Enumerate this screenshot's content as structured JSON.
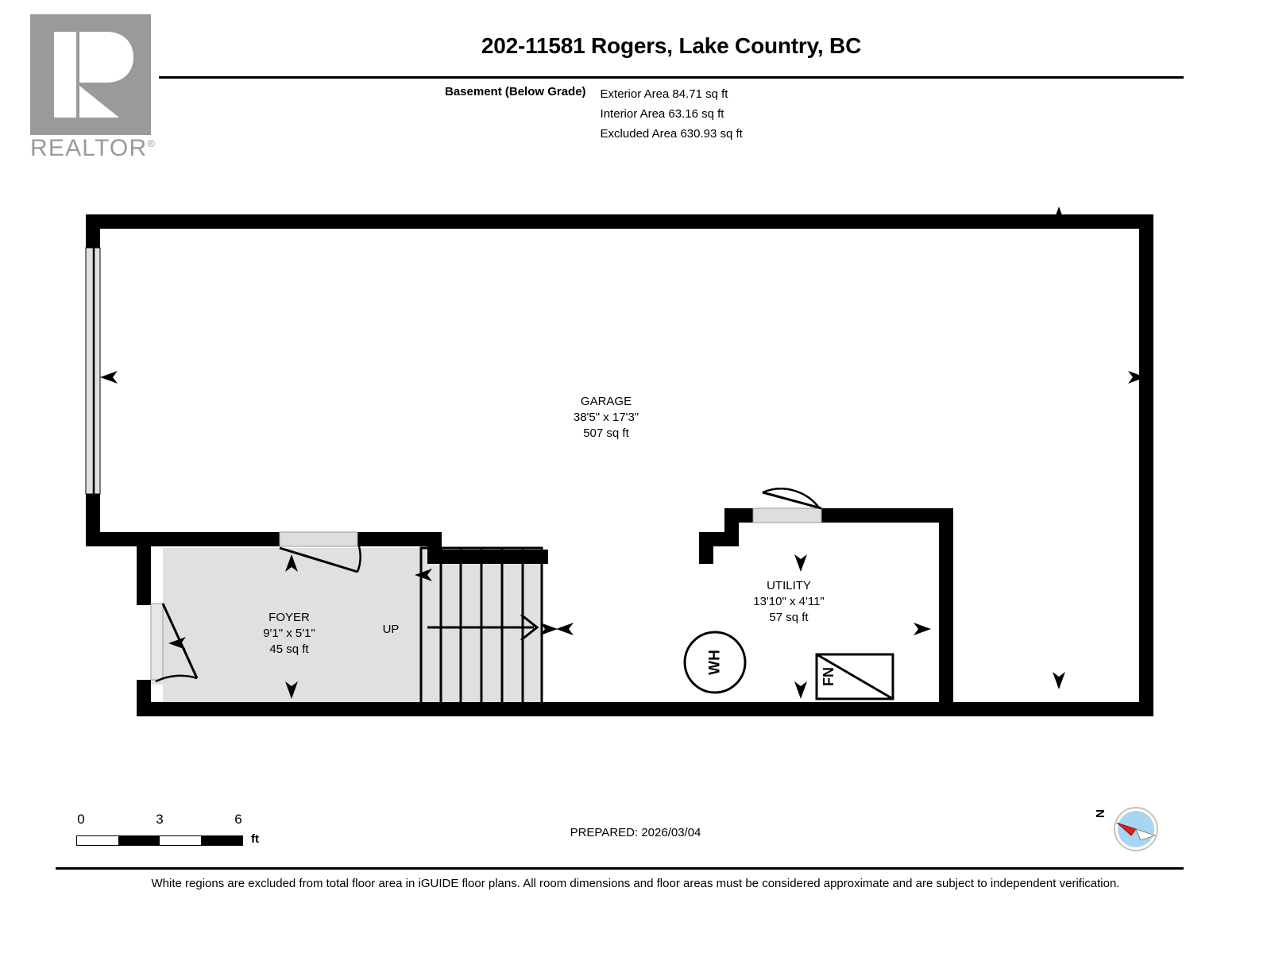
{
  "brand": {
    "logo_name": "realtor-logo",
    "wordmark": "REALTOR",
    "wordmark_superscript": "®",
    "logo_color": "#9a9a9a"
  },
  "header": {
    "title": "202-11581 Rogers, Lake Country, BC",
    "level_label": "Basement (Below Grade)",
    "areas": [
      "Exterior Area 84.71 sq ft",
      "Interior Area 63.16 sq ft",
      "Excluded Area 630.93 sq ft"
    ]
  },
  "plan": {
    "rooms": [
      {
        "id": "garage",
        "name": "GARAGE",
        "dimensions": "38'5\" x 17'3\"",
        "area": "507 sq ft",
        "fill": "#ffffff",
        "excluded": true
      },
      {
        "id": "foyer",
        "name": "FOYER",
        "dimensions": "9'1\" x 5'1\"",
        "area": "45 sq ft",
        "fill": "#e0e0e0",
        "excluded": false
      },
      {
        "id": "utility",
        "name": "UTILITY",
        "dimensions": "13'10\" x 4'11\"",
        "area": "57 sq ft",
        "fill": "#ffffff",
        "excluded": true
      }
    ],
    "stairs": {
      "direction_label": "UP",
      "tread_count": 6
    },
    "fixtures": [
      {
        "id": "water-heater",
        "label": "WH",
        "shape": "circle"
      },
      {
        "id": "furnace",
        "label": "FN",
        "shape": "rectangle"
      }
    ],
    "wall_color": "#000000",
    "door_color": "#000000"
  },
  "footer": {
    "scale": {
      "ticks": [
        "0",
        "3",
        "6"
      ],
      "unit": "ft"
    },
    "prepared": "PREPARED: 2026/03/04",
    "compass_label": "N",
    "compass_needle_color": "#e01b1b",
    "compass_disc_color": "#a8d5ef",
    "disclaimer": "White regions are excluded from total floor area in iGUIDE floor plans. All room dimensions and floor areas must be considered approximate and are subject to independent verification."
  }
}
